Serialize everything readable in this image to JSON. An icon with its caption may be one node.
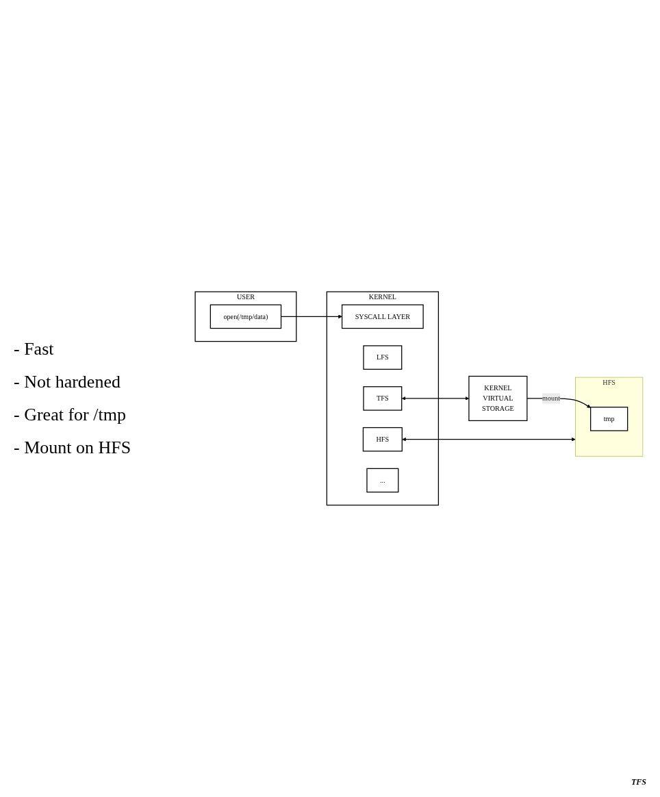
{
  "diagram": {
    "nodes": [
      {
        "text": [
          "USER"
        ]
      },
      {
        "text": [
          "open(/tmp/data)"
        ],
        "in": 0
      },
      {
        "text": [
          "KERNEL"
        ]
      },
      {
        "text": [
          "SYSCALL LAYER"
        ],
        "in": 2
      },
      {
        "text": [
          "LFS"
        ],
        "in": 2
      },
      {
        "text": [
          "TFS"
        ],
        "in": 2
      },
      {
        "text": [
          "HFS"
        ],
        "in": 2
      },
      {
        "text": [
          "..."
        ],
        "in": 2
      },
      {
        "text": [
          "KERNEL",
          "VIRTUAL",
          "STORAGE"
        ]
      },
      {
        "text": [
          "HFS"
        ]
      },
      {
        "text": [
          "tmp"
        ],
        "in": 9
      }
    ],
    "edges": [
      {
        "from": 1,
        "to": 3,
        "arrow": "to"
      },
      {
        "from": 5,
        "to": 8,
        "arrow": "both"
      },
      {
        "from": 6,
        "to": 9,
        "arrow": "both"
      },
      {
        "from": 8,
        "to": 10,
        "arrow": "to",
        "label": "mount"
      }
    ],
    "labels": [
      "- Fast",
      "- Not hardened",
      "- Great for /tmp",
      "- Mount on HFS",
      "TFS"
    ]
  }
}
